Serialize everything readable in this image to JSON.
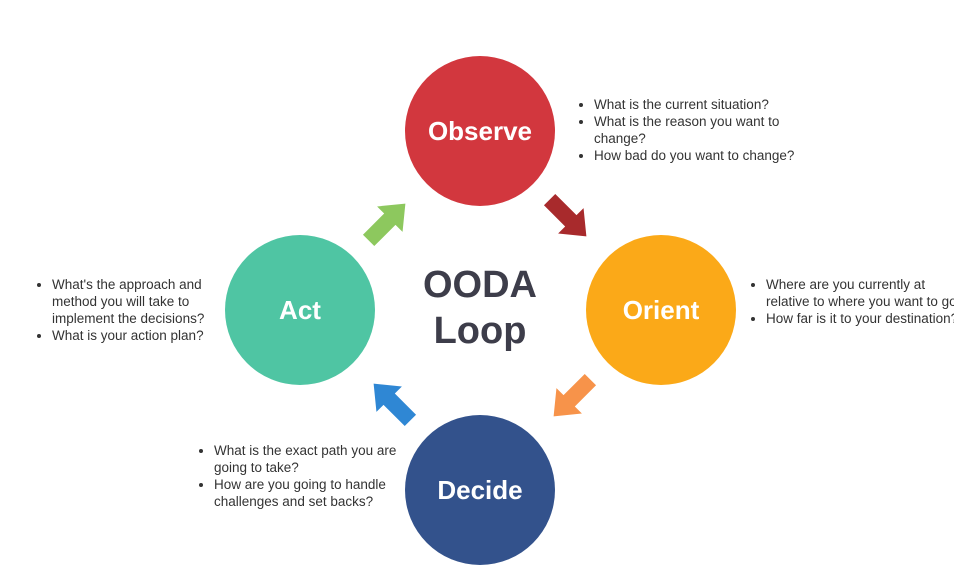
{
  "title_lines": [
    "OODA",
    "Loop"
  ],
  "colors": {
    "observe": "#d2373e",
    "orient": "#fba918",
    "decide": "#33528c",
    "act": "#4fc5a3",
    "arrow_observe_orient": "#a82a2c",
    "arrow_orient_decide": "#f7934a",
    "arrow_decide_act": "#2f87d4",
    "arrow_act_observe": "#8dc85e"
  },
  "nodes": {
    "observe": {
      "label": "Observe",
      "notes": [
        "What is the current situation?",
        "What is the reason you want to change?",
        "How bad do you want to change?"
      ]
    },
    "orient": {
      "label": "Orient",
      "notes": [
        "Where are you currently at relative to where you want to go?",
        "How far is it to your destination?"
      ]
    },
    "decide": {
      "label": "Decide",
      "notes": [
        "What is the exact path you are going to take?",
        "How are you going to handle challenges and set backs?"
      ]
    },
    "act": {
      "label": "Act",
      "notes": [
        "What's the approach and method you will take to implement the decisions?",
        "What is your action plan?"
      ]
    }
  }
}
